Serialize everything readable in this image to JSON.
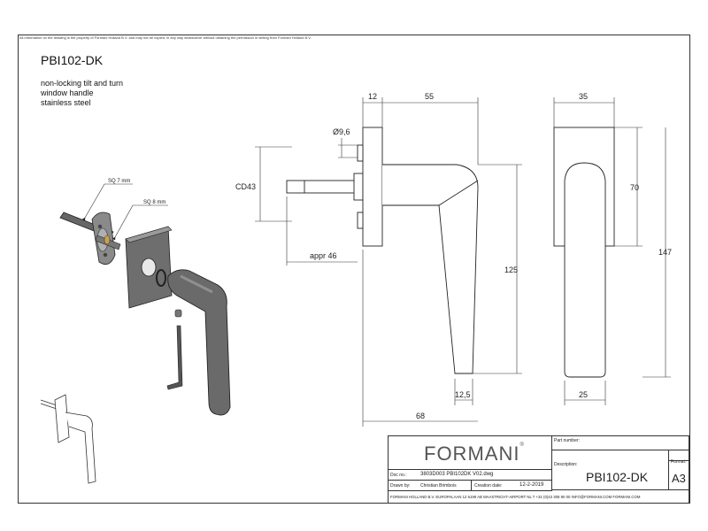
{
  "notice": "All information on the drawing is the property of Formani Holland B.V. and may not be copied, in any way whatsoever without obtaining the permission in writing from Formani Holland B.V.",
  "product": {
    "code": "PBI102-DK",
    "description_lines": [
      "non-locking tilt and turn",
      "window handle",
      "stainless steel"
    ]
  },
  "labels": {
    "sq7": "SQ 7 mm",
    "sq8": "SQ 8 mm"
  },
  "dimensions": {
    "d12": "12",
    "d55": "55",
    "d35": "35",
    "dia": "Ø9,6",
    "cd": "CD43",
    "appr": "appr 46",
    "d70": "70",
    "d147": "147",
    "d125": "125",
    "d12_5": "12,5",
    "d25": "25",
    "d68": "68"
  },
  "title_block": {
    "brand": "FORMANI",
    "brand_mark": "®",
    "part_number_label": "Part number:",
    "doc_no_label": "Doc no.:",
    "doc_no": "3803D003 PBI102DK  V02.dwg",
    "description_label": "Description:",
    "description": "PBI102-DK",
    "format_label": "Format:",
    "format": "A3",
    "drawn_by_label": "Drawn by:",
    "drawn_by": "Christian Brimbois",
    "creation_date_label": "Creation date:",
    "creation_date": "12-2-2019",
    "footer": "FORMANI HOLLAND B.V.  EUROPALAAN 12  6199 AB MAASTRICHT-AIRPORT NL  T +31 (0)43 308 90 00 INFO@FORMANI.COM FORMANI.COM"
  }
}
